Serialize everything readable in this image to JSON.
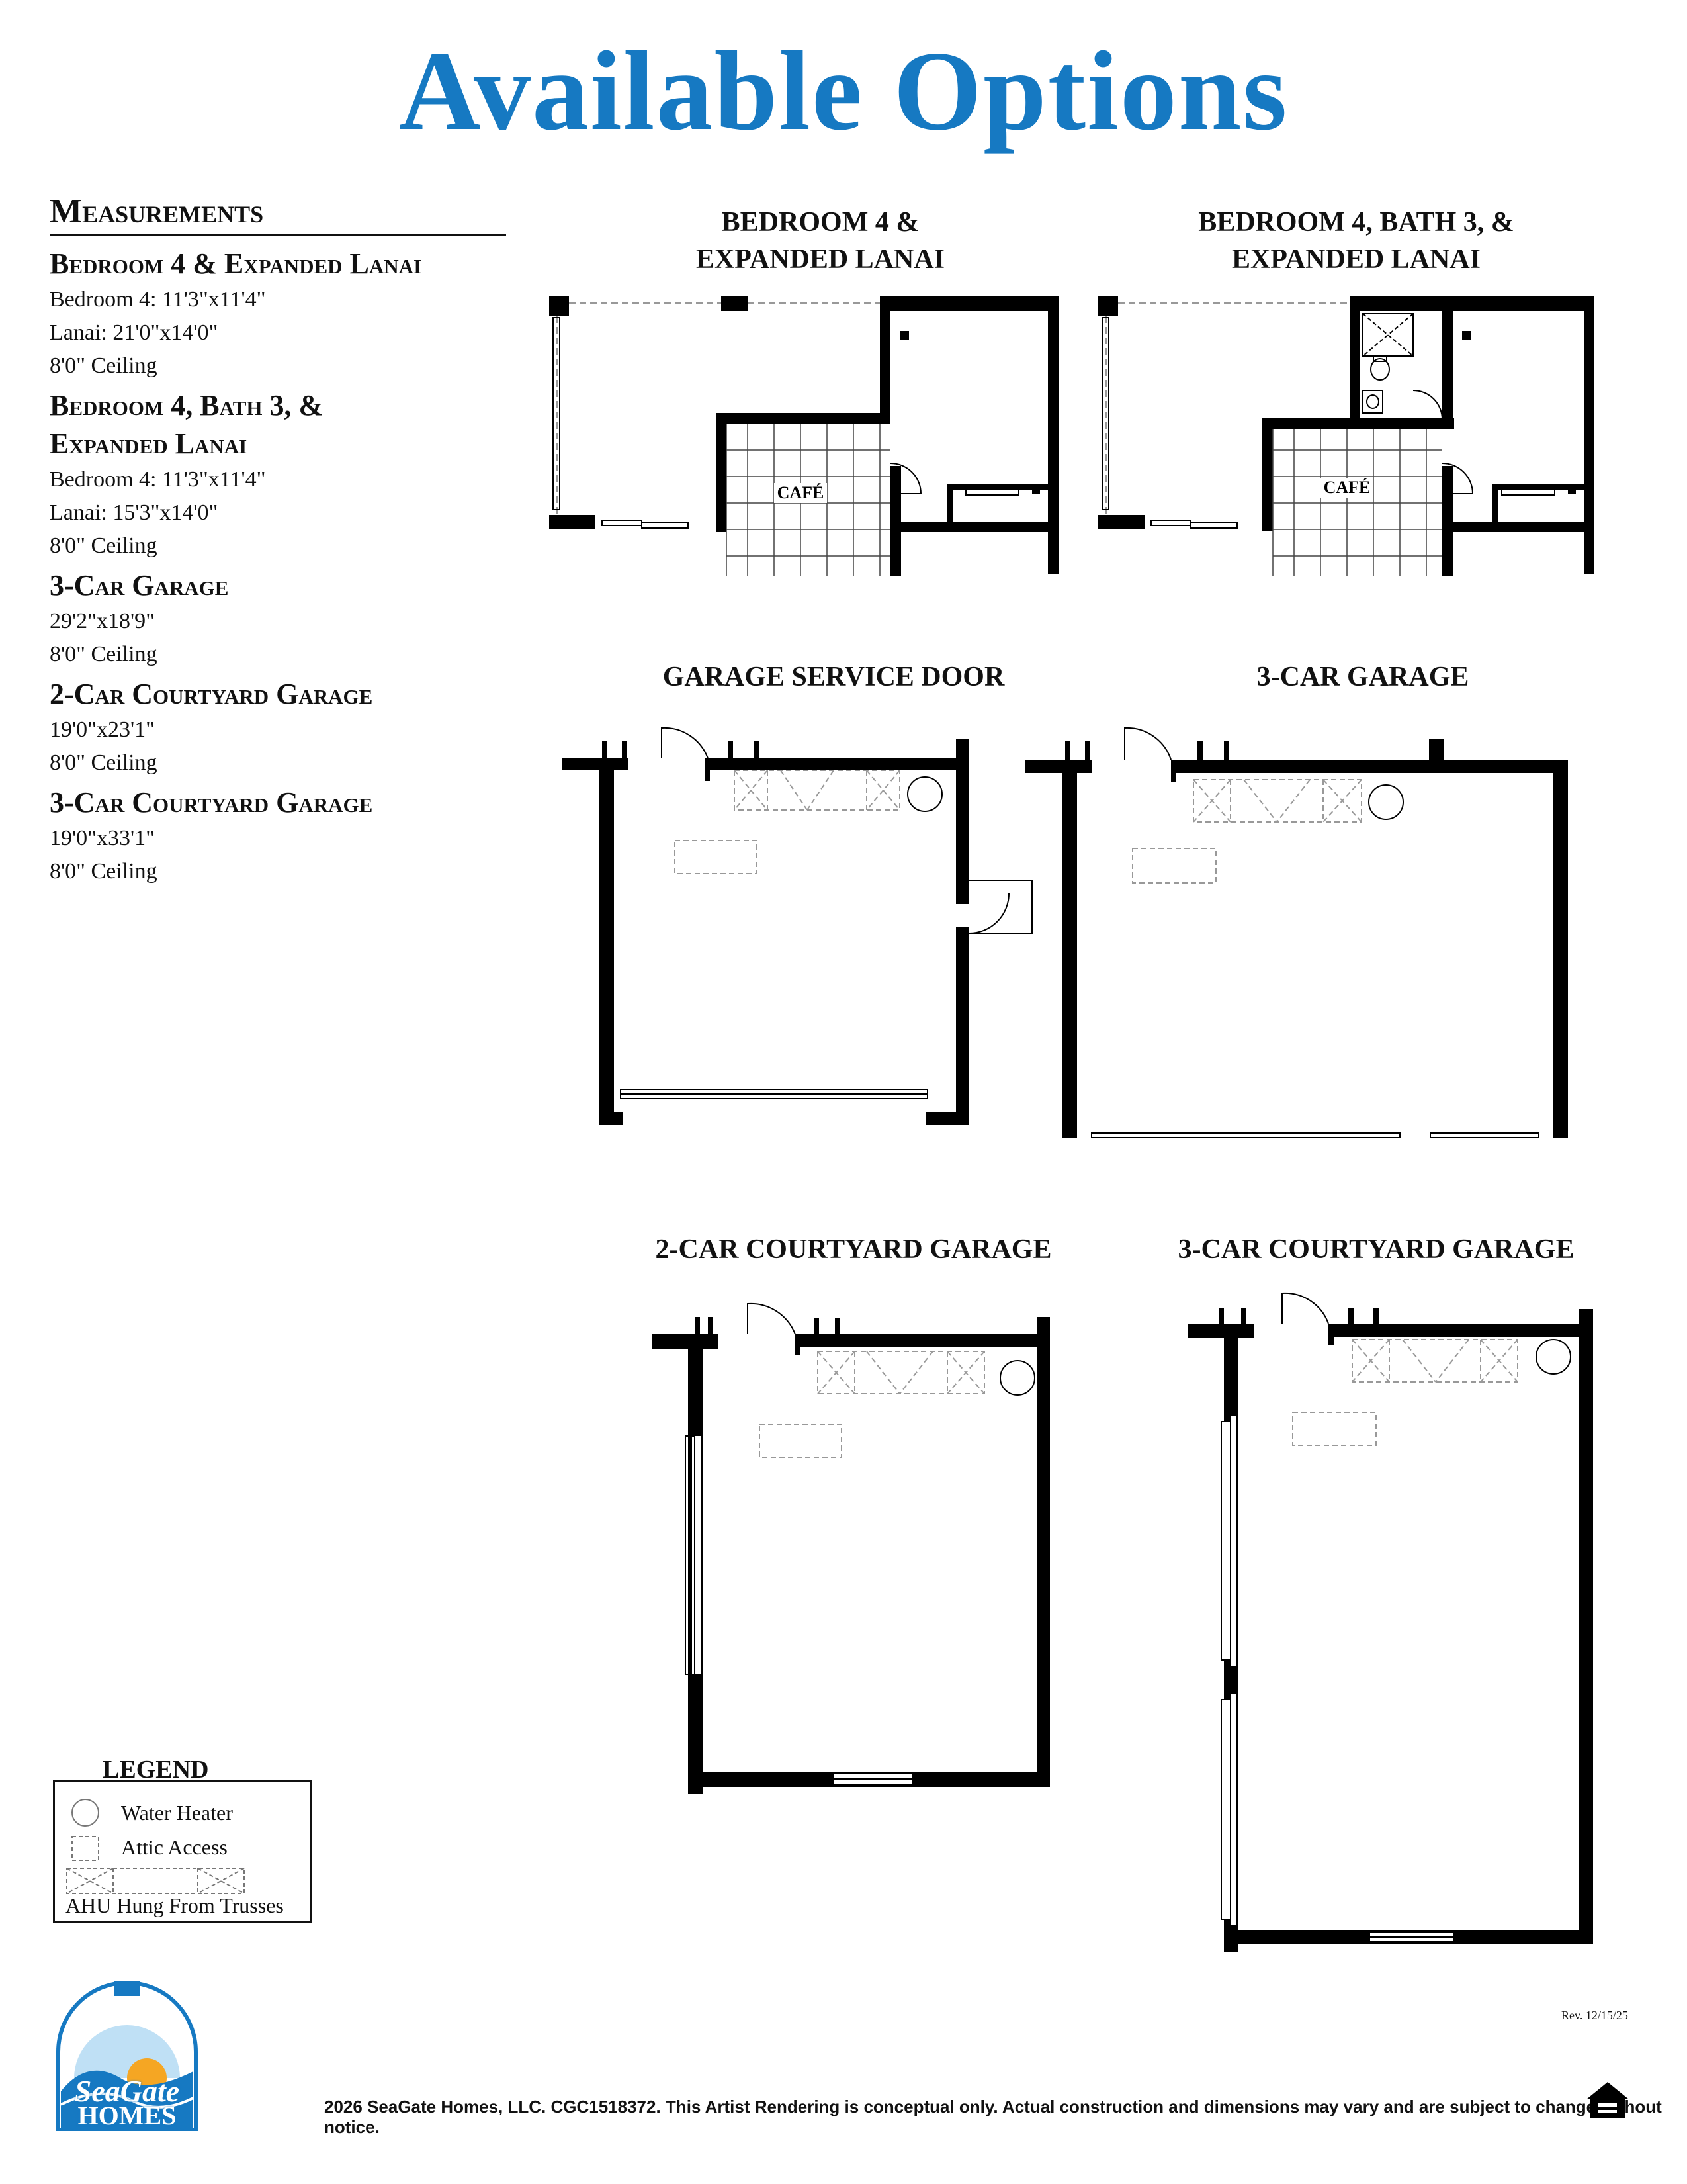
{
  "page_title": "Available Options",
  "measurements": {
    "heading": "Measurements",
    "options": [
      {
        "title": "Bedroom 4 & Expanded Lanai",
        "lines": [
          "Bedroom 4: 11'3\"x11'4\"",
          "Lanai: 21'0\"x14'0\"",
          "8'0\" Ceiling"
        ]
      },
      {
        "title": "Bedroom 4, Bath 3, & Expanded Lanai",
        "lines": [
          "Bedroom 4: 11'3\"x11'4\"",
          "Lanai: 15'3\"x14'0\"",
          "8'0\" Ceiling"
        ]
      },
      {
        "title": "3-Car Garage",
        "lines": [
          "29'2\"x18'9\"",
          "8'0\" Ceiling"
        ]
      },
      {
        "title": "2-Car Courtyard Garage",
        "lines": [
          "19'0\"x23'1\"",
          "8'0\" Ceiling"
        ]
      },
      {
        "title": "3-Car Courtyard Garage",
        "lines": [
          "19'0\"x33'1\"",
          "8'0\" Ceiling"
        ]
      }
    ]
  },
  "plans": {
    "bed4_lanai": {
      "label": "Bedroom 4 &\nExpanded Lanai",
      "room": "CAFÉ"
    },
    "bed4_bath3_lanai": {
      "label": "Bedroom 4, Bath 3, &\nExpanded Lanai",
      "room": "CAFÉ"
    },
    "garage_service_door": {
      "label": "Garage Service Door"
    },
    "three_car_garage": {
      "label": "3-Car Garage"
    },
    "two_car_courtyard": {
      "label": "2-Car Courtyard Garage"
    },
    "three_car_courtyard": {
      "label": "3-Car Courtyard Garage"
    }
  },
  "legend": {
    "title": "LEGEND",
    "items": [
      "Water Heater",
      "Attic Access",
      "AHU Hung From Trusses"
    ]
  },
  "logo": {
    "line1": "SeaGate",
    "line2": "HOMES",
    "color": "#1679c2"
  },
  "footer": "2026 SeaGate Homes, LLC. CGC1518372.  This Artist Rendering is conceptual only. Actual construction and dimensions may vary and are subject to change without notice.",
  "revision": "Rev. 12/15/25",
  "colors": {
    "accent": "#1679c2",
    "wall": "#000000"
  }
}
